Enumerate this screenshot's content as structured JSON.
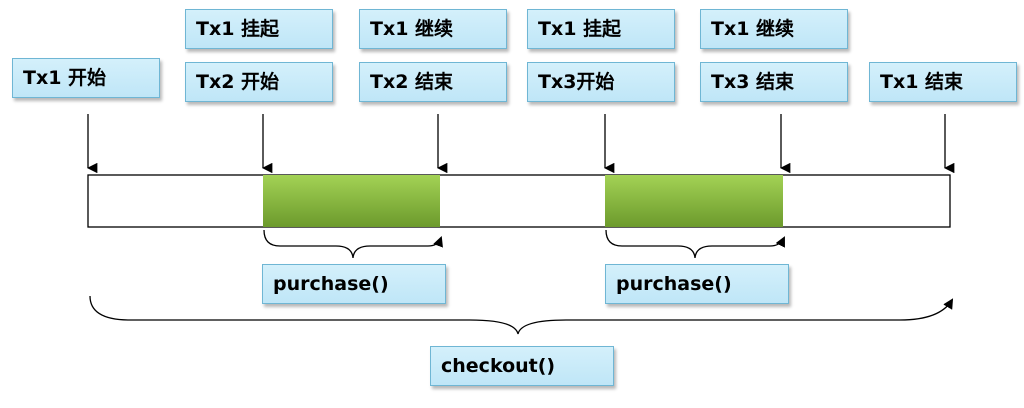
{
  "labels": {
    "tx1_start": "Tx1 开始",
    "tx1_suspend_a": "Tx1 挂起",
    "tx2_start": "Tx2 开始",
    "tx1_resume_a": "Tx1 继续",
    "tx2_end": "Tx2 结束",
    "tx1_suspend_b": "Tx1 挂起",
    "tx3_start": "Tx3开始",
    "tx1_resume_b": "Tx1 继续",
    "tx3_end": "Tx3 结束",
    "tx1_end": "Tx1 结束",
    "purchase_a": "purchase()",
    "purchase_b": "purchase()",
    "checkout": "checkout()"
  },
  "colors": {
    "segment_fill_top": "#9ccc4f",
    "segment_fill_bottom": "#6f9b2d",
    "label_fill": "#c9ebf9",
    "label_border": "#6fb6d4"
  }
}
